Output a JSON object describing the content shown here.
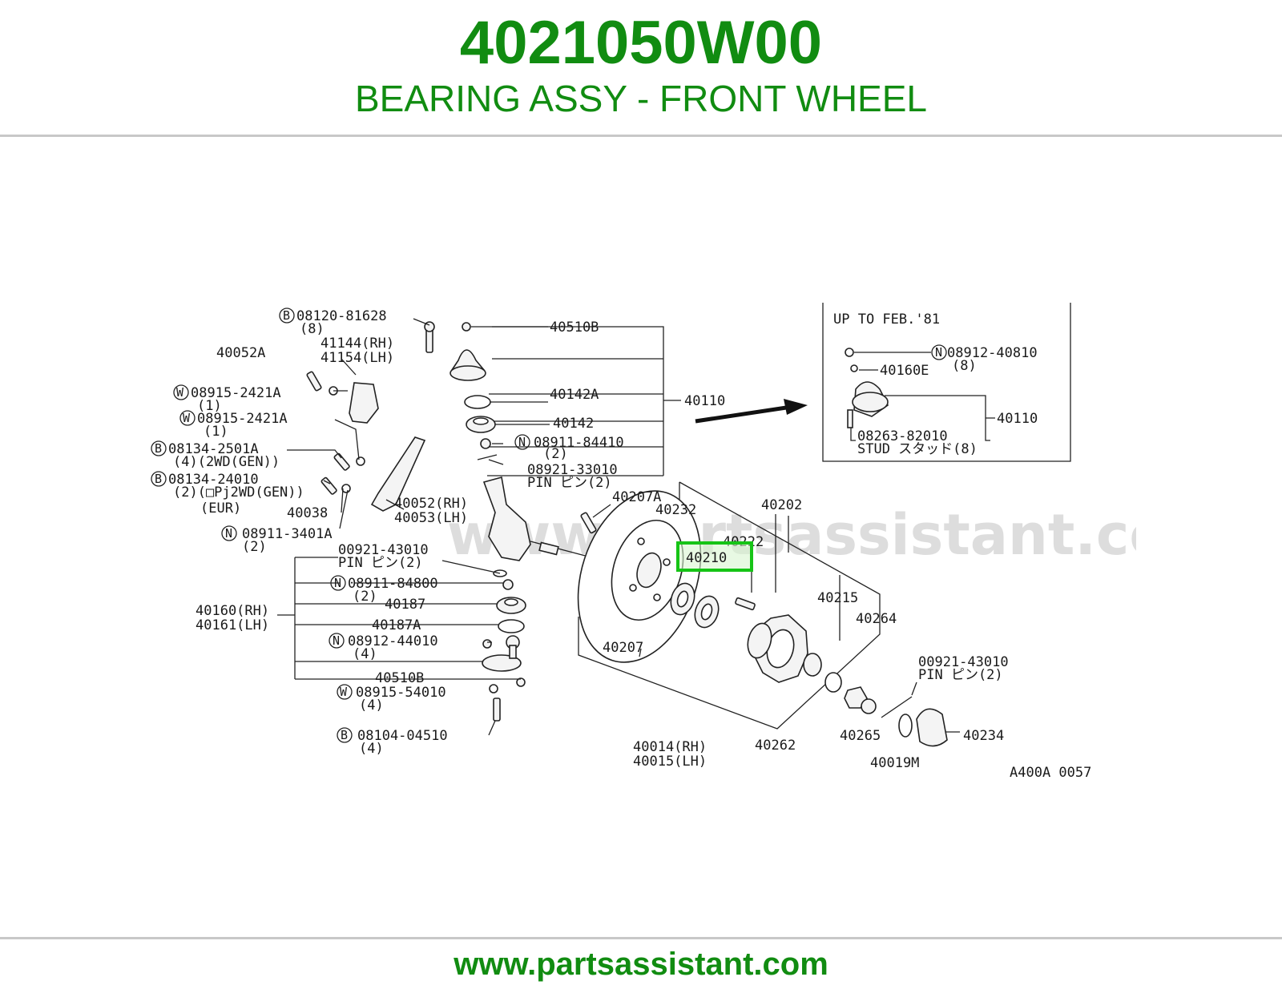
{
  "header": {
    "part_number": "4021050W00",
    "title": "BEARING ASSY - FRONT WHEEL"
  },
  "footer": {
    "url": "www.partsassistant.com"
  },
  "diagram": {
    "watermark": "www.partsassistant.com",
    "ref_code": "A400A 0057",
    "highlighted_part": "40210",
    "inset": {
      "title": "UP TO FEB.'81",
      "labels": {
        "p08912_40810": "08912-40810",
        "qty8a": "(8)",
        "p40160E": "40160E",
        "p40110": "40110",
        "p08263_82010": "08263-82010",
        "stud": "STUD スタッド(8)"
      }
    },
    "labels": {
      "p08120_81628": "08120-81628",
      "q08120": "(8)",
      "p40510B_top": "40510B",
      "p41144": "41144(RH)",
      "p41154": "41154(LH)",
      "p40052A": "40052A",
      "p08915_2421A_1": "08915-2421A",
      "q1a": "(1)",
      "p40142A": "40142A",
      "p40110": "40110",
      "p08915_2421A_2": "08915-2421A",
      "q1b": "(1)",
      "p40142": "40142",
      "p08134_2501A": "08134-2501A",
      "q08134a": "(4)(2WD(GEN))",
      "p08911_84410": "08911-84410",
      "q2a": "(2)",
      "p08921_33010": "08921-33010",
      "pin2a": "PIN ピン(2)",
      "p08134_24010": "08134-24010",
      "q08134b": "(2)(□Pj2WD(GEN))",
      "eur": "(EUR)",
      "p40038": "40038",
      "p40052RH": "40052(RH)",
      "p40053LH": "40053(LH)",
      "p40207A": "40207A",
      "p40232": "40232",
      "p40202": "40202",
      "p08911_3401A": "08911-3401A",
      "q2b": "(2)",
      "p40222": "40222",
      "p00921_43010a": "00921-43010",
      "pin2b": "PIN ピン(2)",
      "p08911_84800": "08911-84800",
      "q2c": "(2)",
      "p40187": "40187",
      "p40160RH": "40160(RH)",
      "p40161LH": "40161(LH)",
      "p40187A": "40187A",
      "p40215": "40215",
      "p40264": "40264",
      "p08912_44010": "08912-44010",
      "q4a": "(4)",
      "p40207": "40207",
      "p40510B_bot": "40510B",
      "p08915_54010": "08915-54010",
      "q4b": "(4)",
      "p00921_43010b": "00921-43010",
      "pin2c": "PIN ピン(2)",
      "p40265": "40265",
      "p40234": "40234",
      "p08104_04510": "08104-04510",
      "q4c": "(4)",
      "p40014": "40014(RH)",
      "p40015": "40015(LH)",
      "p40262": "40262",
      "p40019M": "40019M",
      "prefix_b": "B",
      "prefix_w": "W",
      "prefix_n": "N"
    }
  }
}
